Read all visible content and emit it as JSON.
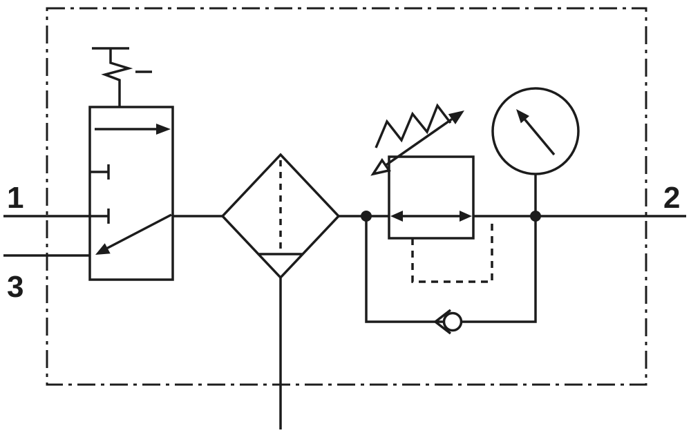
{
  "diagram": {
    "type": "pneumatic-circuit-schematic",
    "title": "Filter regulator service unit schematic",
    "background_color": "#ffffff",
    "line_color": "#1c1c1c"
  },
  "ports": [
    {
      "id": "port-1",
      "label": "1",
      "position": "left-inlet"
    },
    {
      "id": "port-2",
      "label": "2",
      "position": "right-outlet"
    },
    {
      "id": "port-3",
      "label": "3",
      "position": "left-exhaust"
    }
  ],
  "components": [
    {
      "name": "enclosure-boundary",
      "style": "dash-dot assembly frame"
    },
    {
      "name": "shutoff-valve",
      "detail": "on-off valve with manual detent actuator"
    },
    {
      "name": "filter-water-separator",
      "detail": "filter with condensate drain line"
    },
    {
      "name": "pressure-regulator",
      "detail": "adjustable spring regulator with pilot feedback"
    },
    {
      "name": "check-valve",
      "detail": "bypass check valve"
    },
    {
      "name": "pressure-gauge",
      "detail": "dial pressure gauge"
    }
  ]
}
